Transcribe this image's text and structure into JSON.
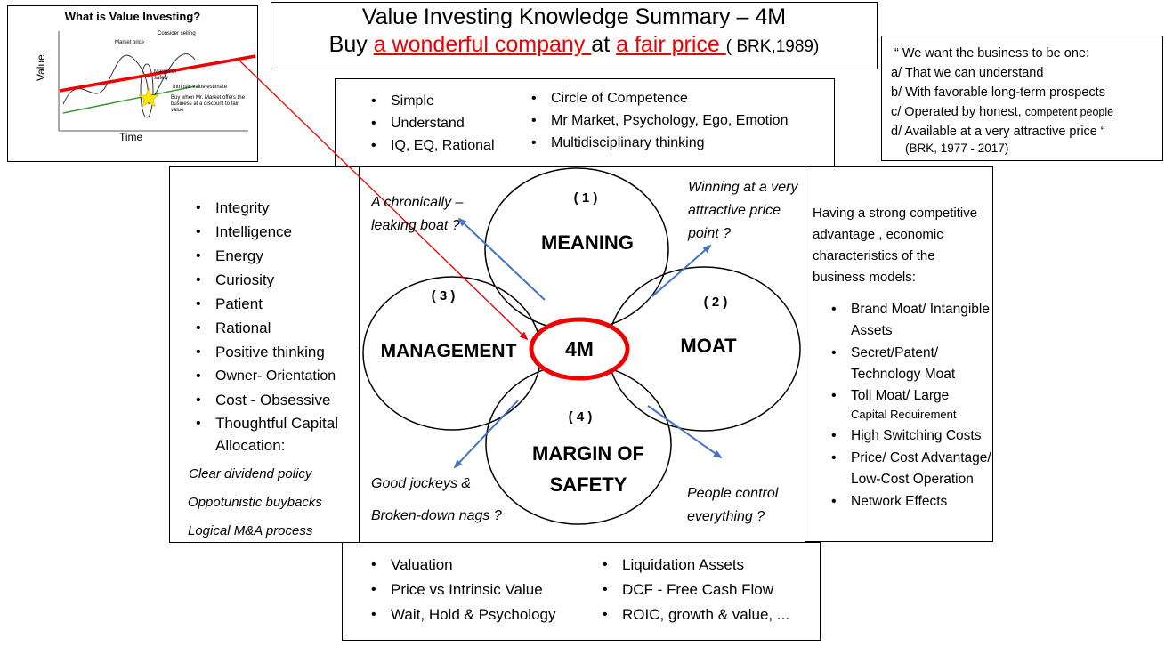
{
  "title": {
    "line1": "Value Investing Knowledge Summary – 4M",
    "line2_prefix": "Buy ",
    "line2_red1": "a wonderful company ",
    "line2_mid": "at ",
    "line2_red2": "a fair price ",
    "line2_suffix": "( BRK,1989)"
  },
  "thumbnail": {
    "title": "What is Value Investing?",
    "ylabel": "Value",
    "xlabel": "Time",
    "annotations": {
      "market_price": "Market price",
      "consider_selling": "Consider selling",
      "margin_of_safety": "Margin of safety",
      "intrinsic": "Intrinsic value estimate",
      "buy_when": "Buy when Mr. Market offers the business at a discount to fair value"
    }
  },
  "quote": {
    "intro": "“ We want the business to be one:",
    "items": [
      "a/ That we can understand",
      "b/ With favorable long-term prospects",
      "c/ Operated by honest, ",
      "d/ Available at a very attractive price “"
    ],
    "item_c_small": "competent people",
    "source": "(BRK, 1977 - 2017)"
  },
  "meaning_box": {
    "col1": [
      "Simple",
      "Understand",
      "IQ, EQ, Rational"
    ],
    "col2": [
      "Circle of Competence",
      "Mr Market, Psychology, Ego, Emotion",
      "Multidisciplinary thinking"
    ]
  },
  "management_box": {
    "bullets": [
      "Integrity",
      "Intelligence",
      "Energy",
      "Curiosity",
      "Patient",
      "Rational",
      "Positive thinking",
      "Owner- Orientation",
      "Cost - Obsessive",
      "Thoughtful Capital Allocation:"
    ],
    "italics": [
      "Clear dividend policy",
      "Oppotunistic buybacks",
      "Logical M&A process"
    ]
  },
  "moat_box": {
    "intro": "Having a strong competitive advantage , economic characteristics of the business models:",
    "items": [
      {
        "main": "Brand Moat/ Intangible Assets",
        "small": ""
      },
      {
        "main": "Secret/Patent/ Technology Moat",
        "small": ""
      },
      {
        "main": "Toll Moat/ Large",
        "small": "Capital Requirement"
      },
      {
        "main": "High Switching Costs",
        "small": ""
      },
      {
        "main": "Price/ Cost Advantage/ Low-Cost Operation",
        "small": ""
      },
      {
        "main": "Network Effects",
        "small": ""
      }
    ]
  },
  "safety_box": {
    "col1": [
      "Valuation",
      "Price vs Intrinsic Value",
      "Wait, Hold & Psychology"
    ],
    "col2": [
      "Liquidation Assets",
      "DCF - Free Cash Flow",
      "ROIC, growth & value, ..."
    ]
  },
  "circles": {
    "meaning": {
      "num": "( 1 )",
      "label": "MEANING"
    },
    "moat": {
      "num": "( 2 )",
      "label": "MOAT"
    },
    "management": {
      "num": "( 3 )",
      "label": "MANAGEMENT"
    },
    "safety": {
      "num": "( 4 )",
      "label": "MARGIN OF SAFETY"
    },
    "center": "4M"
  },
  "questions": {
    "top_left": "A chronically – leaking boat ?",
    "top_right": "Winning at a very attractive price point ?",
    "bottom_left_1": "Good jockeys &",
    "bottom_left_2": "Broken-down nags ?",
    "bottom_right": "People control everything ?"
  },
  "colors": {
    "accent_red": "#ee0000",
    "arrow_blue": "#4472c4",
    "thumb_green": "#3a9a3a"
  }
}
